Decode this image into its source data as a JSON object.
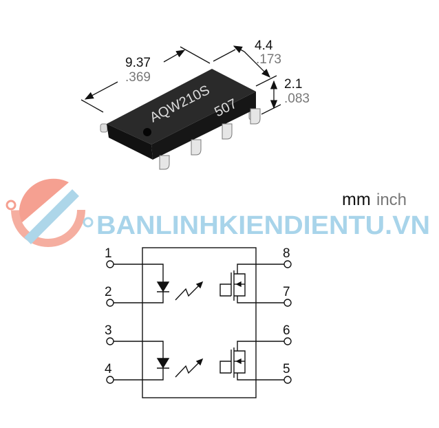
{
  "package": {
    "part_marking": "AQW210S",
    "lot_marking": "507",
    "length_mm": "9.37",
    "length_inch": ".369",
    "width_mm": "4.4",
    "width_inch": ".173",
    "height_mm": "2.1",
    "height_inch": ".083"
  },
  "units": {
    "mm": "mm",
    "inch": "inch"
  },
  "watermark": {
    "text": "BANLINHKIENDIENTU.VN"
  },
  "schematic": {
    "left_pins": [
      "1",
      "2",
      "3",
      "4"
    ],
    "right_pins": [
      "8",
      "7",
      "6",
      "5"
    ]
  },
  "colors": {
    "chip": "#1c1c1c",
    "watermark_blue": "#9fcfe6",
    "watermark_red": "#f4907e"
  }
}
